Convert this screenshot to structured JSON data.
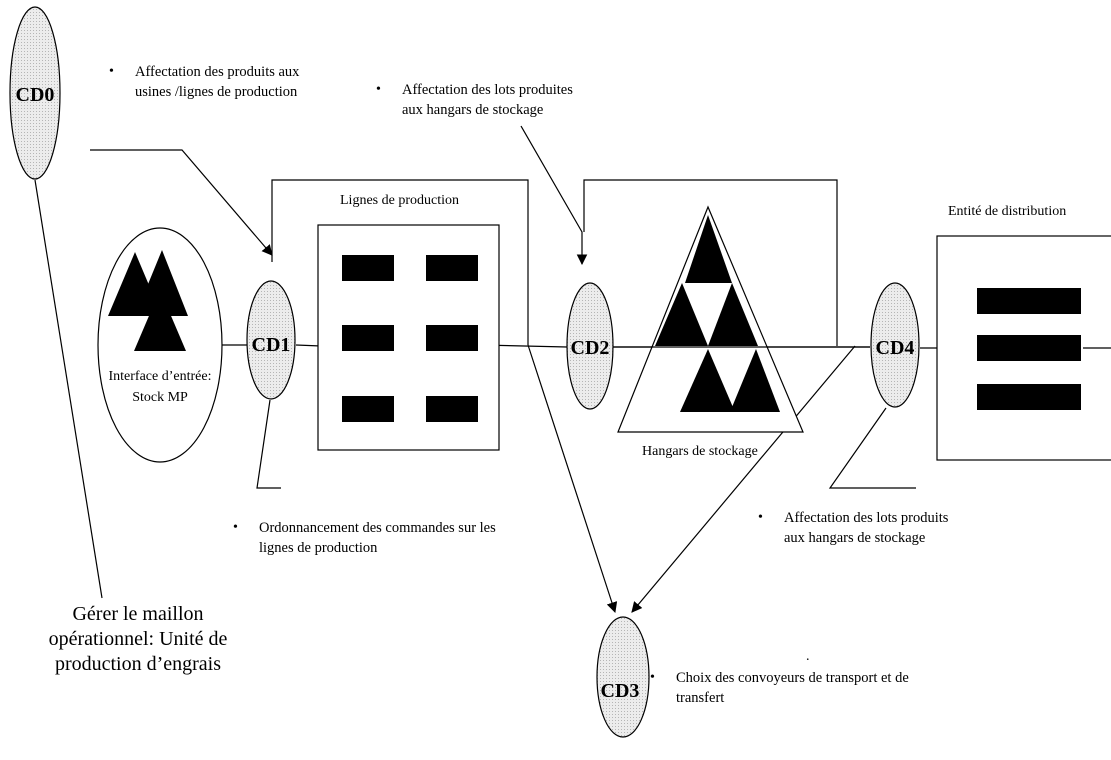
{
  "nodes": {
    "cd0": "CD0",
    "cd1": "CD1",
    "cd2": "CD2",
    "cd3": "CD3",
    "cd4": "CD4"
  },
  "labels": {
    "lignes_production": "Lignes de production",
    "entite_distribution": "Entité de distribution",
    "hangars_stockage": "Hangars de stockage",
    "interface_line1": "Interface d’entrée:",
    "interface_line2": "Stock MP"
  },
  "annotations": {
    "cd0_line1": "Affectation des produits aux",
    "cd0_line2": "usines /lignes de production",
    "cd2_line1": "Affectation des lots produites",
    "cd2_line2": "aux hangars de stockage",
    "cd1_line1": "Ordonnancement des commandes sur les",
    "cd1_line2": "lignes de production",
    "cd4_line1": "Affectation des lots produits",
    "cd4_line2": "aux hangars de stockage",
    "cd3_line1": "Choix des convoyeurs de transport et de",
    "cd3_line2": "transfert",
    "dot": "."
  },
  "footer": {
    "line1": "Gérer le maillon",
    "line2": "opérationnel: Unité de",
    "line3": "production d’engrais"
  },
  "colors": {
    "node_fill": "#e3e3e3",
    "stroke": "#000000"
  }
}
